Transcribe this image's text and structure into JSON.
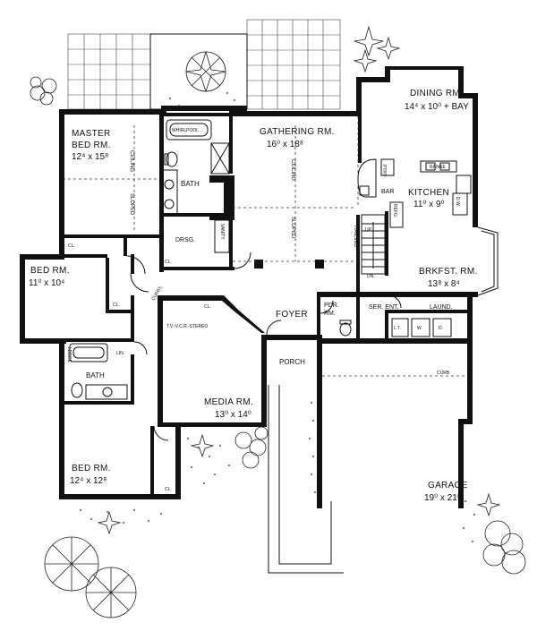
{
  "rooms": {
    "dining": {
      "name": "DINING RM.",
      "dims": "14⁴ x 10⁰ + BAY"
    },
    "gathering": {
      "name": "GATHERING RM.",
      "dims": "16⁰ x 18⁸"
    },
    "master": {
      "name_line1": "MASTER",
      "name_line2": "BED RM.",
      "dims": "12⁴ x 15⁸"
    },
    "kitchen": {
      "name": "KITCHEN",
      "dims": "11⁰ x 9⁰"
    },
    "bed2": {
      "name": "BED RM.",
      "dims": "11⁰ x 10⁴"
    },
    "brkfst": {
      "name": "BRKFST. RM.",
      "dims": "13⁸ x 8⁴"
    },
    "media": {
      "name": "MEDIA RM.",
      "dims": "13⁰ x 14⁰"
    },
    "bed3": {
      "name": "BED RM.",
      "dims": "12⁴ x 12⁸"
    },
    "garage": {
      "name": "GARAGE",
      "dims": "19⁰ x 21⁸"
    },
    "foyer": {
      "name": "FOYER"
    },
    "porch": {
      "name": "PORCH"
    },
    "pdr": {
      "name_line1": "PDR.",
      "name_line2": "RM."
    },
    "laund": {
      "name": "LAUND."
    },
    "ser_ent": {
      "name": "SER. ENT."
    },
    "bath1": {
      "name": "BATH"
    },
    "bath2": {
      "name": "BATH"
    },
    "drsg": {
      "name": "DRSG."
    },
    "bar": {
      "name": "BAR"
    }
  },
  "labels": {
    "whirlpool": "WHIRLPOOL",
    "ceiling": "CEILING",
    "sloped": "SLOPED",
    "vanity": "VANITY",
    "railing": "RAILING",
    "refg": "REFG.",
    "range": "RANGE",
    "ptry": "PTRY",
    "dw": "D.W.",
    "curbs": "CURBS",
    "tv_stereo": "T.V.-V.C.R.-STEREO",
    "ledge": "LEDGE",
    "lin": "LIN.",
    "curb": "CURB",
    "cl": "CL.",
    "dn": "DN.",
    "up": "UP",
    "lt": "L.T.",
    "w": "W.",
    "d": "D."
  }
}
